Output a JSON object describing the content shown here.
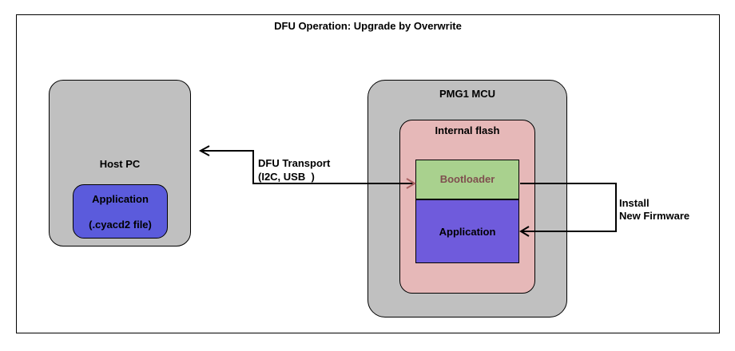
{
  "title": "DFU Operation: Upgrade by Overwrite",
  "host_pc": {
    "label": "Host PC",
    "application": {
      "label": "Application",
      "sublabel": "(.cyacd2 file)"
    }
  },
  "mcu": {
    "label": "PMG1 MCU",
    "internal_flash": {
      "label": "Internal flash",
      "bootloader": "Bootloader",
      "application": "Application"
    }
  },
  "transport": {
    "line1": "DFU Transport",
    "line2": "(I2C, USB  )"
  },
  "install": {
    "line1": "Install",
    "line2": "New Firmware"
  },
  "colors": {
    "container_gray": "#c0c0c0",
    "flash_pink": "#e6b8b8",
    "bootloader_green": "#a9d18e",
    "bootloader_text": "#7f4f4f",
    "application_purple": "#6f5bdc",
    "host_app_blue": "#5b5bdc",
    "arrow_head_rose": "#a86060"
  }
}
